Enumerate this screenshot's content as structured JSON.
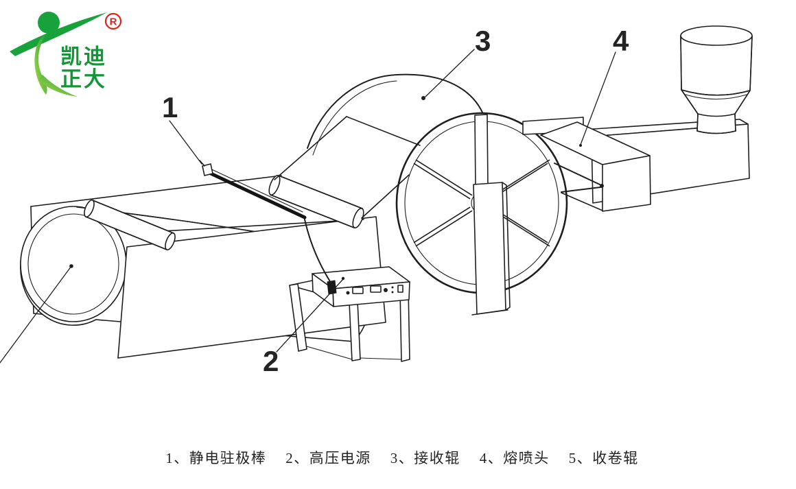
{
  "logo": {
    "line1": "凯迪",
    "line2": "正大",
    "registered_mark": "R",
    "brand_green": "#149638",
    "registered_red": "#d6251c"
  },
  "figure": {
    "description_visible_parts": "line drawing of melt-blown fabric machine",
    "line_color": "#1e1e1e",
    "callouts": {
      "c1": "1",
      "c2": "2",
      "c3": "3",
      "c4": "4"
    }
  },
  "caption": {
    "items": [
      "1、静电驻极棒",
      "2、高压电源",
      "3、接收辊",
      "4、熔喷头",
      "5、收卷辊"
    ]
  }
}
